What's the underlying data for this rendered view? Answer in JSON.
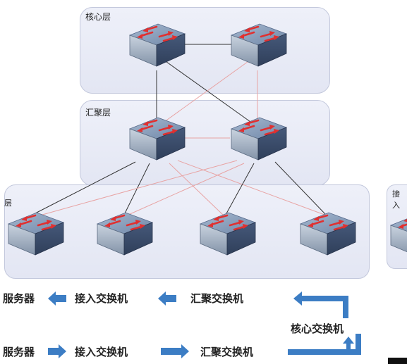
{
  "layers": {
    "core_label": "核心层",
    "aggregation_label": "汇聚层",
    "access_label": "层",
    "access_right_label": "接入"
  },
  "flows": {
    "row1": {
      "server": "服务器",
      "access": "接入交换机",
      "aggregation": "汇聚交换机"
    },
    "core": "核心交换机",
    "row2": {
      "server": "服务器",
      "access": "接入交换机",
      "aggregation": "汇聚交换机"
    }
  },
  "colors": {
    "layer_fill": "#e6e9f5",
    "switch_top": "#6f87a8",
    "switch_side": "#2f3f5a",
    "arrow_red": "#e03030",
    "flow_arrow_blue": "#3c7dc4",
    "link_black": "#333333",
    "link_red": "#e8a3a3"
  }
}
